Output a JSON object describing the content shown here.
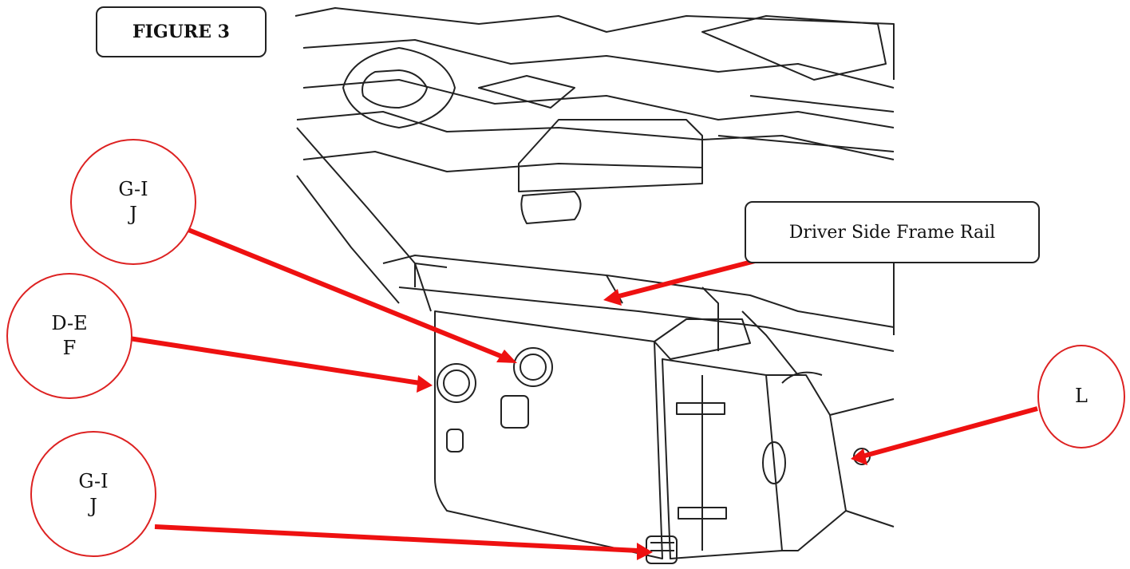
{
  "figure_label": "FIGURE 3",
  "frame_rail_label": "Driver Side Frame Rail",
  "callouts": [
    {
      "line1": "G-I",
      "line2": "J"
    },
    {
      "line1": "D-E",
      "line2": "F"
    },
    {
      "line1": "G-I",
      "line2": "J"
    },
    {
      "line1": "L",
      "line2": ""
    }
  ],
  "colors": {
    "arrow": "#ee1111",
    "circle_border": "#dd2222",
    "line_art": "#222222"
  }
}
